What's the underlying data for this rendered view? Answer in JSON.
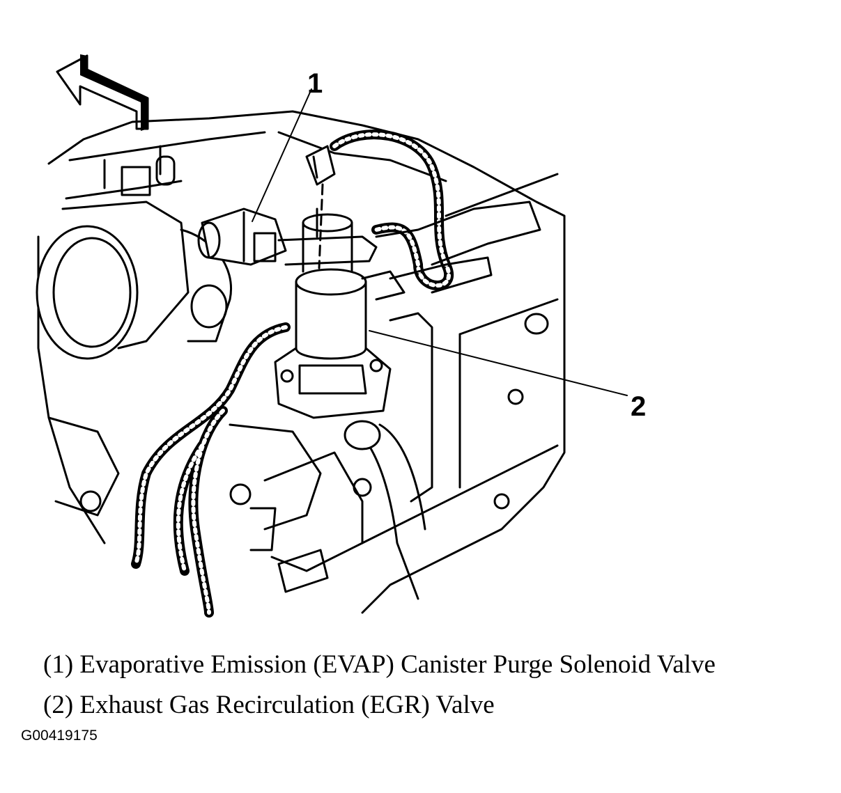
{
  "callouts": [
    "1",
    "2"
  ],
  "legend": [
    "(1) Evaporative Emission (EVAP) Canister Purge Solenoid Valve",
    "(2) Exhaust Gas Recirculation (EGR) Valve"
  ],
  "figure_code": "G00419175",
  "icons": {
    "direction": "front-arrow-icon"
  },
  "colors": {
    "ink": "#000000",
    "paper": "#ffffff"
  }
}
